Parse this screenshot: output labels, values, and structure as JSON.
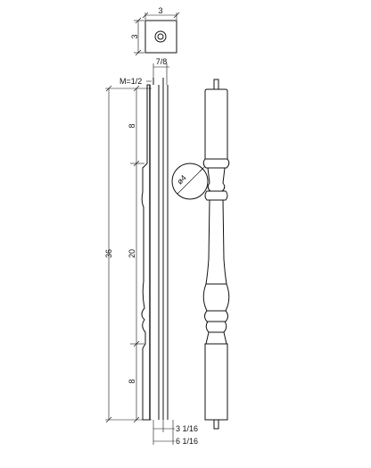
{
  "drawing": {
    "top_view": {
      "width_label": "3",
      "height_label": "3"
    },
    "profile": {
      "top_offset_label": "7/8",
      "margin_label": "M=1/2",
      "overall_height_label": "36",
      "segment_labels": [
        "8",
        "20",
        "8"
      ],
      "bottom_offset_1": "3 1/16",
      "bottom_offset_2": "6 1/16"
    },
    "detail_circle": {
      "label": "ø4"
    },
    "colors": {
      "line": "#111111",
      "background": "#ffffff"
    }
  }
}
